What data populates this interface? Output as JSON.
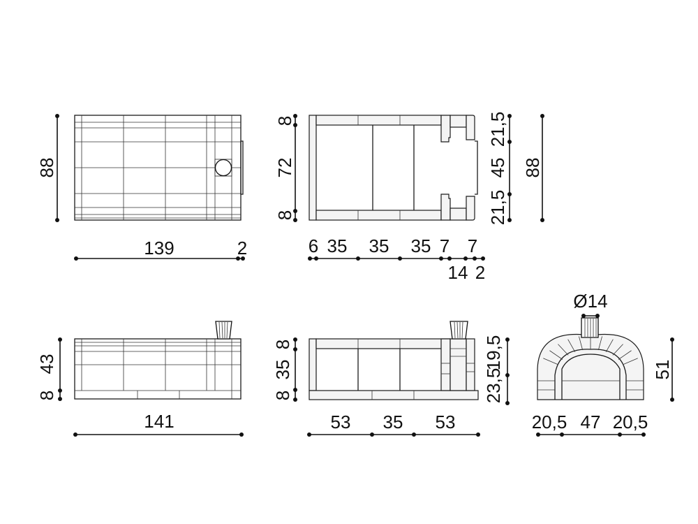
{
  "top_view": {
    "height": "88",
    "length": "139",
    "side_plate": "2"
  },
  "plan_section": {
    "left_dims": [
      "8",
      "72",
      "8"
    ],
    "right_dims": [
      "21,5",
      "45",
      "21,5"
    ],
    "total_depth": "88",
    "bottom_dims_upper": [
      "6",
      "35",
      "35",
      "35",
      "7",
      "7"
    ],
    "bottom_dims_lower": [
      "14",
      "2"
    ]
  },
  "front_view": {
    "height_upper": "43",
    "height_base": "8",
    "length": "141"
  },
  "side_section": {
    "left_dims": [
      "8",
      "35",
      "8"
    ],
    "right_dims": [
      "19,5",
      "23,5"
    ],
    "bottom_dims": [
      "53",
      "35",
      "53"
    ]
  },
  "arch_view": {
    "flue_diameter": "Ø14",
    "height": "51",
    "bottom_dims": [
      "20,5",
      "47",
      "20,5"
    ]
  }
}
